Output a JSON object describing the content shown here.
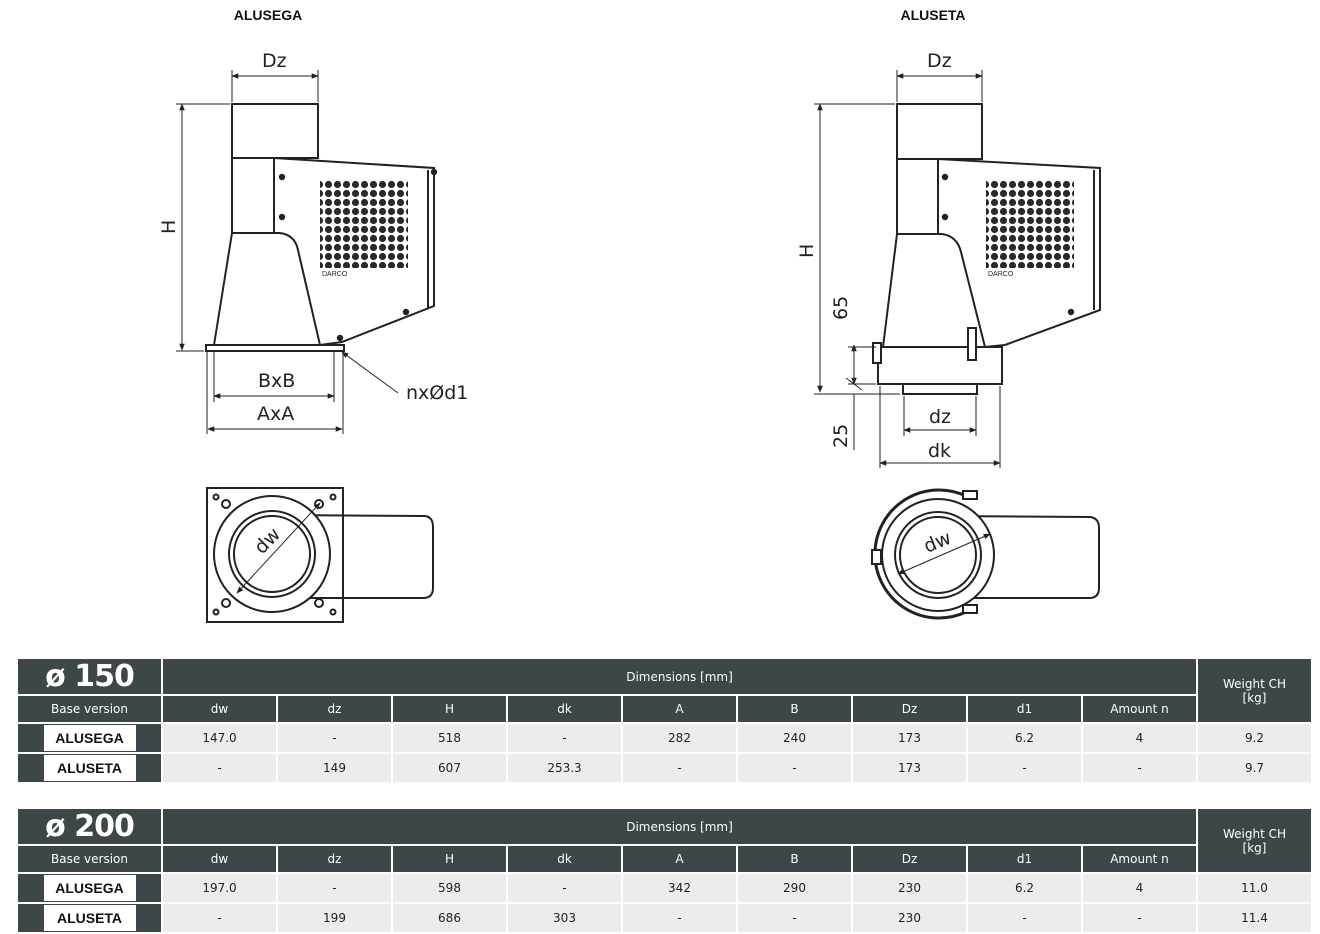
{
  "drawings": {
    "left_title": "ALUSEGA",
    "right_title": "ALUSETA",
    "left_labels": {
      "dz": "Dz",
      "h": "H",
      "bxb": "BxB",
      "axa": "AxA",
      "holes": "nxØd1",
      "dw": "dw"
    },
    "right_labels": {
      "dz_top": "Dz",
      "h": "H",
      "h65": "65",
      "h25": "25",
      "dz": "dz",
      "dk": "dk",
      "dw": "dw"
    }
  },
  "tables": [
    {
      "diameter": "ø 150",
      "dimensions_label": "Dimensions [mm]",
      "weight_label_1": "Weight CH",
      "weight_label_2": "[kg]",
      "base_label": "Base version",
      "columns": [
        "dw",
        "dz",
        "H",
        "dk",
        "A",
        "B",
        "Dz",
        "d1",
        "Amount n"
      ],
      "rows": [
        {
          "name": "ALUSEGA",
          "values": [
            "147.0",
            "-",
            "518",
            "-",
            "282",
            "240",
            "173",
            "6.2",
            "4"
          ],
          "weight": "9.2"
        },
        {
          "name": "ALUSETA",
          "values": [
            "-",
            "149",
            "607",
            "253.3",
            "-",
            "-",
            "173",
            "-",
            "-"
          ],
          "weight": "9.7"
        }
      ]
    },
    {
      "diameter": "ø 200",
      "dimensions_label": "Dimensions [mm]",
      "weight_label_1": "Weight CH",
      "weight_label_2": "[kg]",
      "base_label": "Base version",
      "columns": [
        "dw",
        "dz",
        "H",
        "dk",
        "A",
        "B",
        "Dz",
        "d1",
        "Amount n"
      ],
      "rows": [
        {
          "name": "ALUSEGA",
          "values": [
            "197.0",
            "-",
            "598",
            "-",
            "342",
            "290",
            "230",
            "6.2",
            "4"
          ],
          "weight": "11.0"
        },
        {
          "name": "ALUSETA",
          "values": [
            "-",
            "199",
            "686",
            "303",
            "-",
            "-",
            "230",
            "-",
            "-"
          ],
          "weight": "11.4"
        }
      ]
    }
  ]
}
